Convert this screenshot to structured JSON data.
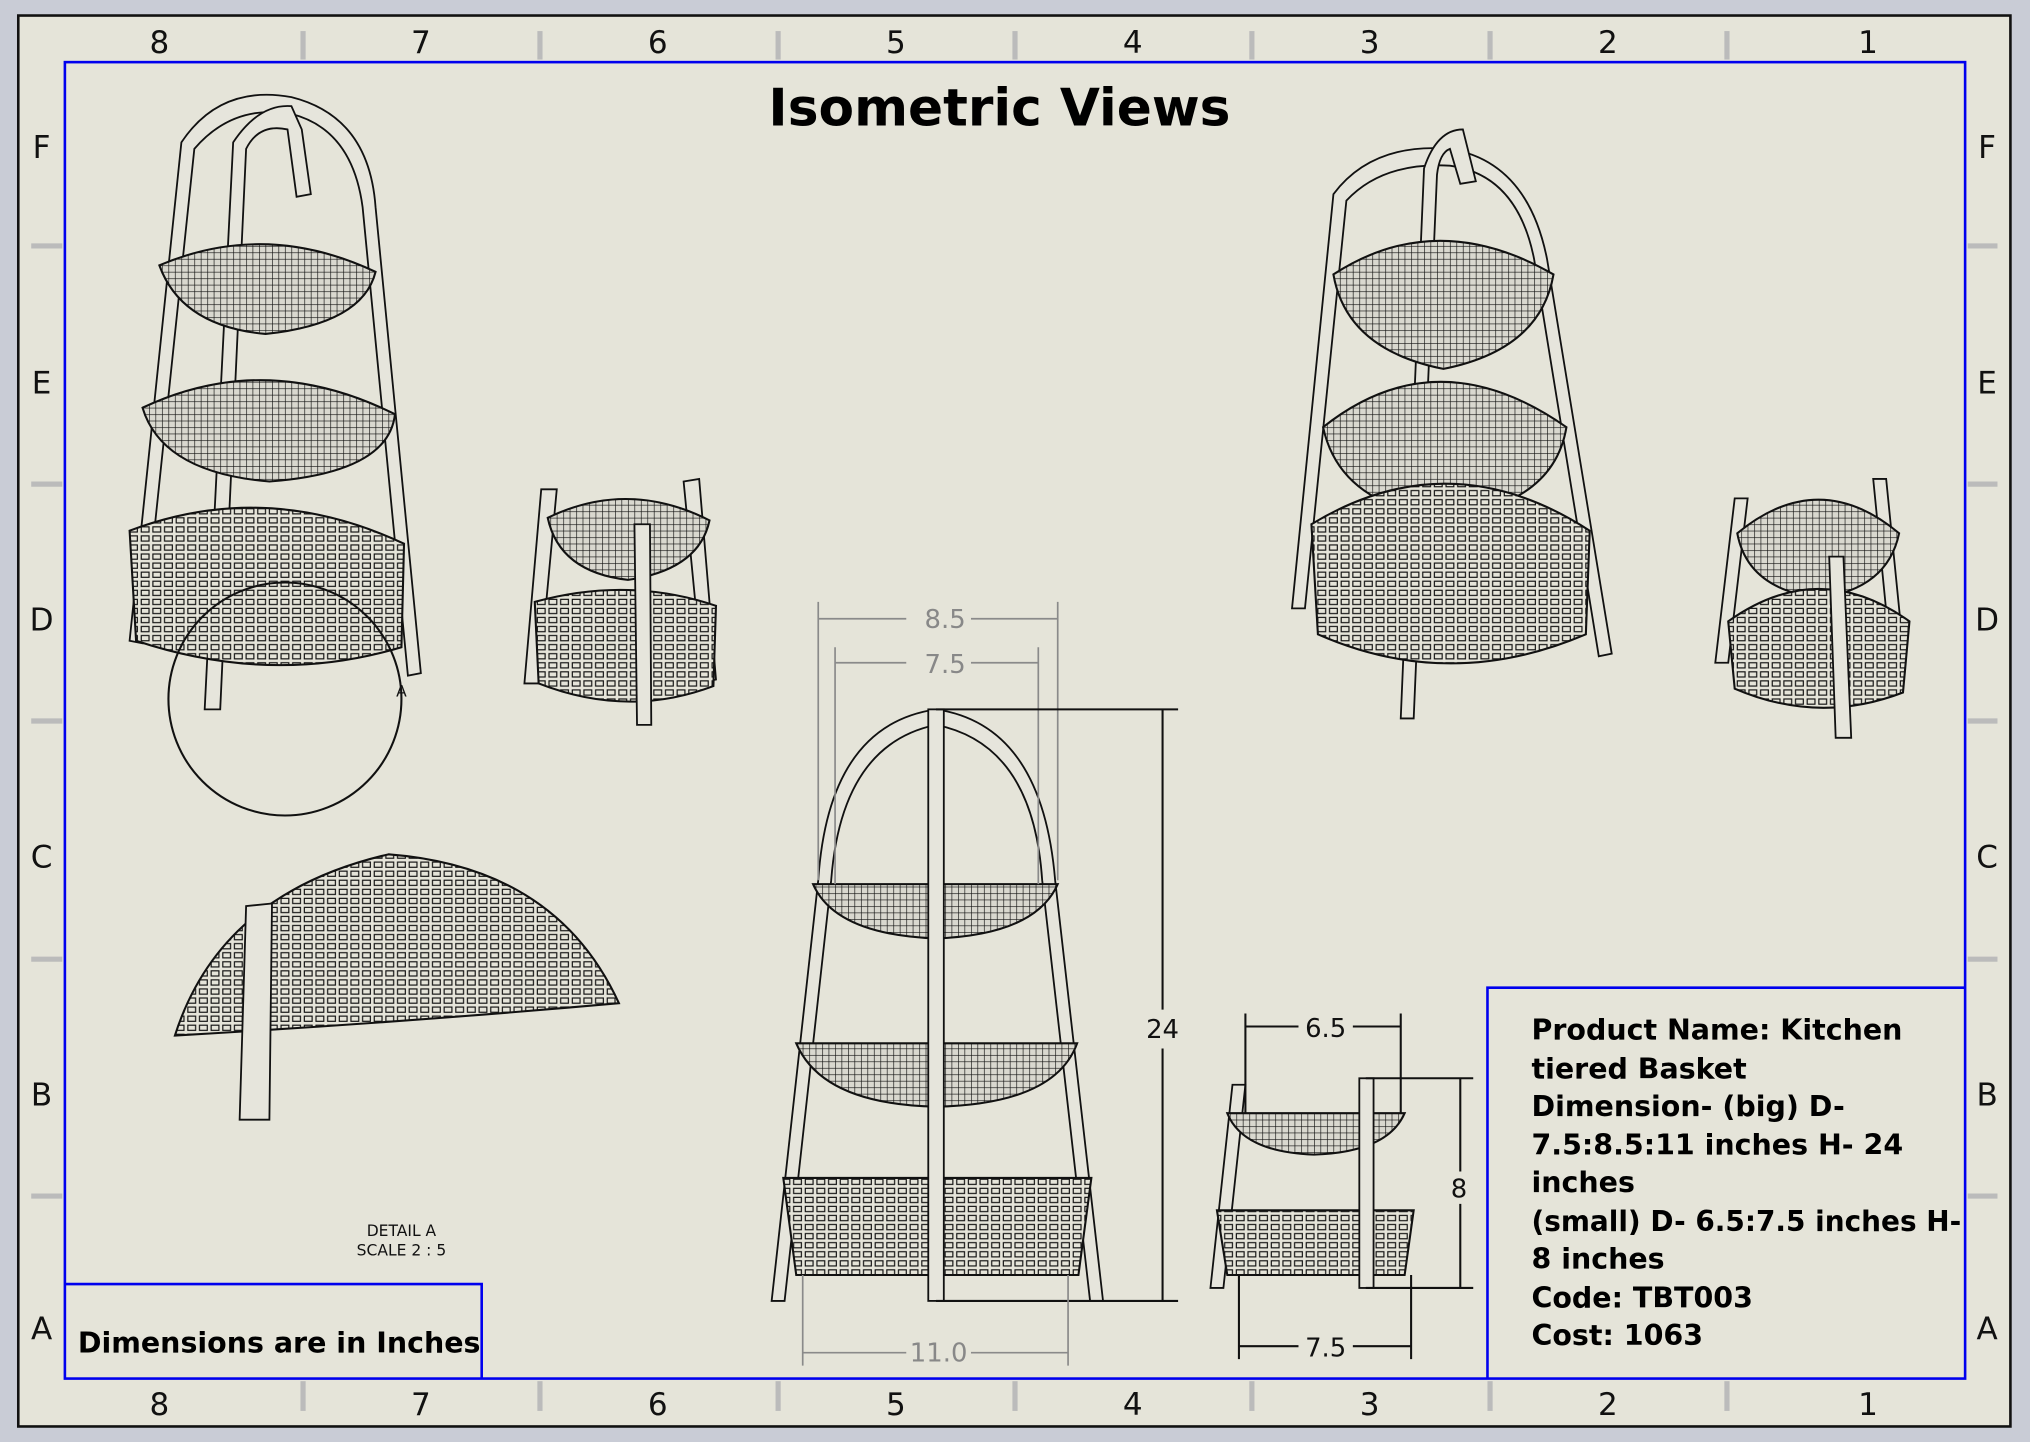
{
  "title": "Isometric Views",
  "zones": {
    "columns": [
      "8",
      "7",
      "6",
      "5",
      "4",
      "3",
      "2",
      "1"
    ],
    "rows": [
      "F",
      "E",
      "D",
      "C",
      "B",
      "A"
    ]
  },
  "detail": {
    "marker": "A",
    "label_line1": "DETAIL A",
    "label_line2": "SCALE 2 : 5"
  },
  "note": "Dimensions are in Inches",
  "dimensions": {
    "big_top_outer": "8.5",
    "big_top_inner": "7.5",
    "big_height": "24",
    "big_bottom": "11.0",
    "small_top": "6.5",
    "small_height": "8",
    "small_bottom": "7.5"
  },
  "info": {
    "lines": [
      "Product Name: Kitchen",
      "tiered Basket",
      "Dimension- (big) D-",
      "7.5:8.5:11 inches H- 24",
      "inches",
      "(small) D- 6.5:7.5 inches H-",
      "8 inches",
      "Code: TBT003",
      "Cost: 1063"
    ]
  },
  "colors": {
    "sheet": "#e5e4d9",
    "border_blue": "#0000ee",
    "dimension_gray": "#888888"
  }
}
